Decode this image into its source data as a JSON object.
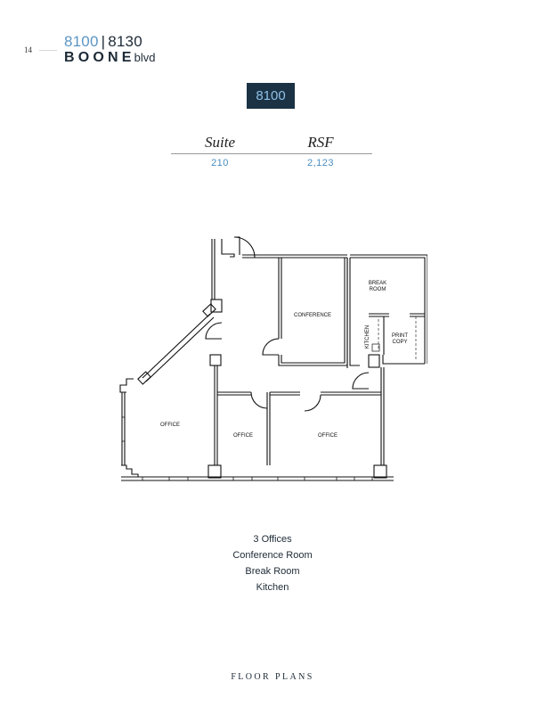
{
  "header": {
    "page_number": "14",
    "brand_primary": "8100",
    "brand_separator": "|",
    "brand_secondary": "8130",
    "brand_name": "BOONE",
    "brand_suffix": "blvd"
  },
  "building_badge": "8100",
  "suite_table": {
    "headers": [
      "Suite",
      "RSF"
    ],
    "rows": [
      [
        "210",
        "2,123"
      ]
    ]
  },
  "floor_plan": {
    "rooms": {
      "conference": "CONFERENCE",
      "break_room_line1": "BREAK",
      "break_room_line2": "ROOM",
      "kitchen": "KITCHEN",
      "print_copy_line1": "PRINT",
      "print_copy_line2": "COPY",
      "office_left": "OFFICE",
      "office_middle": "OFFICE",
      "office_right": "OFFICE"
    }
  },
  "features": [
    "3 Offices",
    "Conference Room",
    "Break Room",
    "Kitchen"
  ],
  "footer": "FLOOR PLANS",
  "colors": {
    "accent_blue": "#5b95c4",
    "navy": "#1b3244",
    "text_dark": "#1d2a36"
  }
}
